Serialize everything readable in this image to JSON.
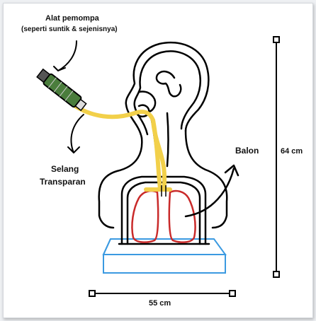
{
  "labels": {
    "pump_title": "Alat pemompa",
    "pump_subtitle": "(seperti suntik & sejenisnya)",
    "tube_line1": "Selang",
    "tube_line2": "Transparan",
    "balloon": "Balon",
    "height": "64 cm",
    "width": "55 cm"
  },
  "colors": {
    "outline": "#000000",
    "tube": "#f2d04a",
    "lungs": "#c92a2a",
    "base": "#3b9ae1",
    "syringe_barrel": "#4a7d3c"
  }
}
